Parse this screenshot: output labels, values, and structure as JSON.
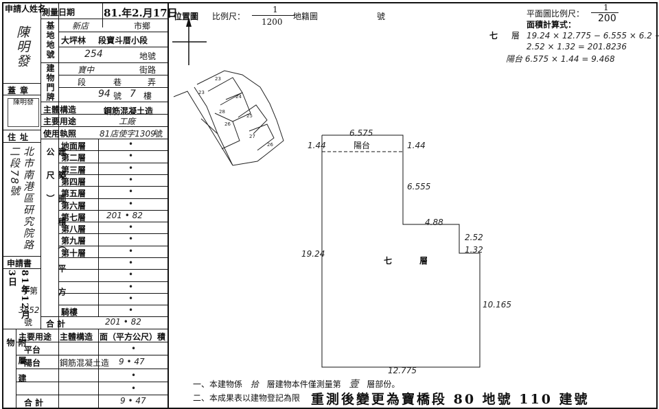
{
  "applicant": {
    "title_label": "申請人姓名",
    "name": "陳明發",
    "seal_label": "蓋章",
    "seal_text": "陳明發",
    "address_label": "住址",
    "address": "北市南港區研究院路二段78號"
  },
  "application": {
    "label": "申請書",
    "year_month_day": "81年12月3日",
    "word_label": "字第",
    "number": "3852",
    "number_suffix": "號"
  },
  "survey_date": {
    "label": "測量日期",
    "value": "81.年2.月17日"
  },
  "base_location": {
    "label": "基地地號",
    "city": "新店",
    "city_suffix": "市鄉",
    "section": "大坪林",
    "section_suffix": "段寶斗厝小段",
    "lot_number": "254",
    "lot_suffix": "地號"
  },
  "house_number": {
    "label": "建物門牌",
    "street": "寶中",
    "street_suffix": "街路",
    "section_label": "段",
    "lane_label": "巷",
    "alley_label": "弄",
    "number": "94",
    "number_suffix": "號",
    "floor": "7",
    "floor_suffix": "樓"
  },
  "structure": {
    "label": "主體構造",
    "value": "鋼筋混凝土造"
  },
  "main_use": {
    "label": "主要用途",
    "value": "工廠"
  },
  "license": {
    "label": "使用執照",
    "value": "81店使字1309",
    "suffix": "號"
  },
  "area_section_label": "建築面積（平方公尺）",
  "floors": [
    {
      "name": "地面層",
      "area": "•"
    },
    {
      "name": "第二層",
      "area": "•"
    },
    {
      "name": "第三層",
      "area": "•"
    },
    {
      "name": "第四層",
      "area": "•"
    },
    {
      "name": "第五層",
      "area": "•"
    },
    {
      "name": "第六層",
      "area": "•"
    },
    {
      "name": "第七層",
      "area": "201 • 82"
    },
    {
      "name": "第八層",
      "area": "•"
    },
    {
      "name": "第九層",
      "area": "•"
    },
    {
      "name": "第十層",
      "area": "•"
    },
    {
      "name": "",
      "area": "•"
    },
    {
      "name": "",
      "area": "•"
    },
    {
      "name": "",
      "area": "•"
    },
    {
      "name": "",
      "area": "•"
    },
    {
      "name": "騎樓",
      "area": "•"
    }
  ],
  "total": {
    "label": "合計",
    "value": "201 • 82"
  },
  "attachment": {
    "label": "附屬建物",
    "headers": [
      "主要用途",
      "主體構造",
      "面（平方公尺）積"
    ],
    "rows": [
      {
        "use": "平台",
        "structure": "",
        "area": "•"
      },
      {
        "use": "陽台",
        "structure": "鋼筋混凝土造",
        "area": "9 • 47"
      },
      {
        "use": "",
        "structure": "",
        "area": "•"
      },
      {
        "use": "",
        "structure": "",
        "area": "•"
      }
    ],
    "total_label": "合計",
    "total_value": "9 • 47"
  },
  "location_map": {
    "label": "位置圖",
    "scale_label": "比例尺：",
    "scale_num": "1",
    "scale_den": "1200",
    "cadastral_label": "地籍圖",
    "number_label": "號",
    "parcels": [
      "23",
      "23",
      "24",
      "25",
      "26",
      "28",
      "27",
      "26"
    ]
  },
  "floor_plan": {
    "scale_label": "平面圖比例尺：",
    "scale_num": "1",
    "scale_den": "200",
    "calc_label": "面積計算式：",
    "calc_floor": "七",
    "calc_floor_suffix": "層",
    "calc_line1": "19.24 × 12.775 − 6.555 × 6.2 −",
    "calc_line2": "2.52 × 1.32 = 201.8236",
    "calc_line3": "陽台 6.575 × 1.44 = 9.468",
    "dims": {
      "top": "6.575",
      "left_balcony": "1.44",
      "right_balcony": "1.44",
      "right_upper": "6.555",
      "step": "4.88",
      "step2": "2.52",
      "step3": "1.32",
      "left": "19.24",
      "right": "10.165",
      "bottom": "12.775"
    },
    "balcony_label": "陽台",
    "floor_label": "七 層"
  },
  "notes": {
    "note1_prefix": "一、本建物係",
    "note1_floors": "拾",
    "note1_mid": "層建物本件僅測量第",
    "note1_floor": "壹",
    "note1_suffix": "層部份。",
    "note2_prefix": "二、本成果表以建物登記為限",
    "stamp": "重測後變更為寶橋段 80 地號 110 建號"
  }
}
